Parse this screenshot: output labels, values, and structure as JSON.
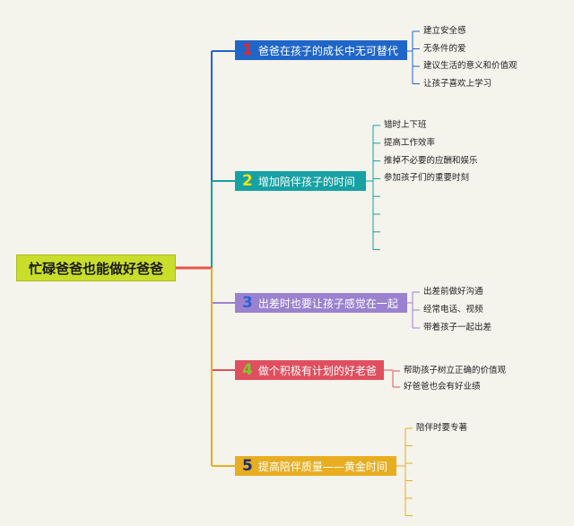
{
  "root": {
    "label": "忙碌爸爸也能做好爸爸"
  },
  "branches": [
    {
      "num": "1",
      "label": "爸爸在孩子的成长中无可替代",
      "color": "#1f66c8",
      "num_color": "#e8262a",
      "leaves": [
        "建立安全感",
        "无条件的爱",
        "建议生活的意义和价值观",
        "让孩子喜欢上学习"
      ]
    },
    {
      "num": "2",
      "label": "增加陪伴孩子的时间",
      "color": "#16a1a3",
      "num_color": "#f3e21a",
      "leaves": [
        "错时上下班",
        "提高工作效率",
        "推掉不必要的应酬和娱乐",
        "参加孩子们的重要时刻"
      ]
    },
    {
      "num": "3",
      "label": "出差时也要让孩子感觉在一起",
      "color": "#9b82d0",
      "num_color": "#2a63d6",
      "leaves": [
        "出差前做好沟通",
        "经常电话、视频",
        "带着孩子一起出差"
      ]
    },
    {
      "num": "4",
      "label": "做个积极有计划的好老爸",
      "color": "#e04f5f",
      "num_color": "#79cc2a",
      "leaves": [
        "帮助孩子树立正确的价值观",
        "好爸爸也会有好业绩"
      ]
    },
    {
      "num": "5",
      "label": "提高陪伴质量——黄金时间",
      "color": "#e8ae22",
      "num_color": "#1b2d70",
      "leaves": [
        "陪伴时要专著"
      ]
    }
  ]
}
